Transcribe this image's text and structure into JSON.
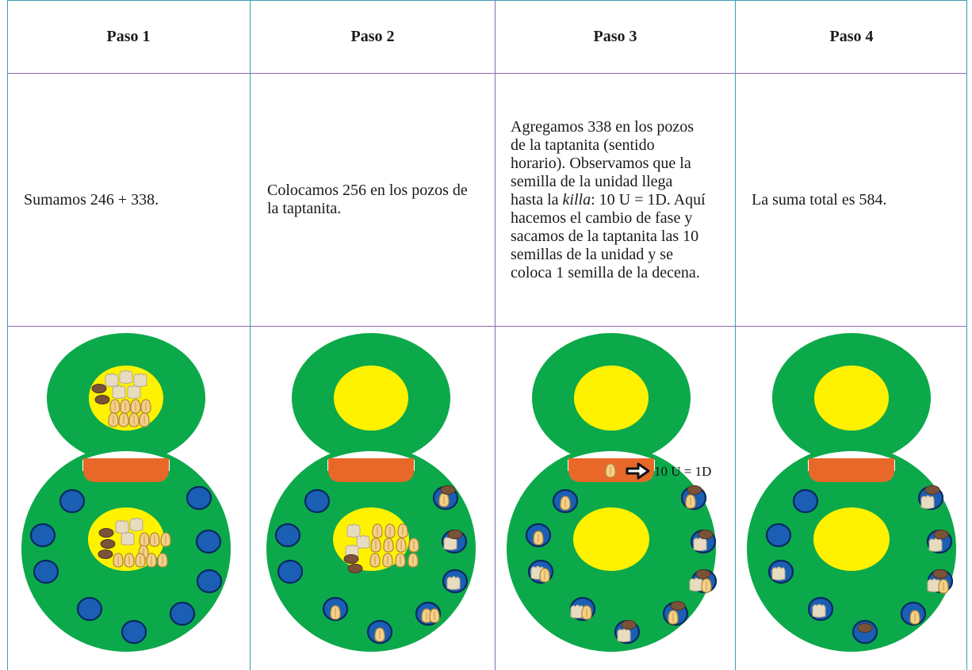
{
  "table": {
    "headers": [
      "Paso 1",
      "Paso 2",
      "Paso 3",
      "Paso 4"
    ],
    "step1_text": "Sumamos 246 + 338.",
    "step2_text": "Colocamos 256 en los pozos de la taptanita.",
    "step3": {
      "before_italic": "Agregamos 338 en los pozos de la taptanita (sentido horario). Observamos que la semilla de la unidad llega hasta la ",
      "italic": "killa",
      "after_italic": ": 10 U = 1D. Aquí hacemos el cambio de fase y sacamos de la taptanita las 10 semillas de la unidad y se coloca 1 semilla de la decena."
    },
    "step4_text": "La suma total es 584.",
    "step3_image_label": "10 U = 1D"
  },
  "colors": {
    "board_green": "#0ca94a",
    "center_yellow": "#fff200",
    "killa_orange": "#e8682a",
    "pit_blue": "#1a5fb4",
    "seed_corn": "#f3d18a",
    "seed_bean": "#7a5238",
    "seed_white": "#e7dcc0",
    "border_teal": "#3a9fb0",
    "border_purple": "#8c6bb1"
  },
  "icons": [
    "arrow-right-icon"
  ]
}
